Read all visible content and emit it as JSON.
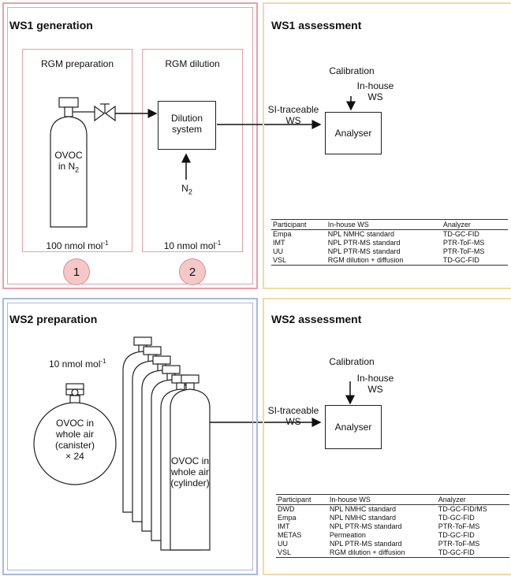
{
  "ws1_generation": {
    "title": "WS1 generation",
    "rgm_prep": {
      "title": "RGM preparation",
      "cylinder_label": "OVOC",
      "cylinder_label2": "in N",
      "cylinder_sub": "2",
      "conc": "100 nmol mol",
      "conc_sup": "-1",
      "step": "1"
    },
    "rgm_dil": {
      "title": "RGM dilution",
      "box_label1": "Dilution",
      "box_label2": "system",
      "input": "N",
      "input_sub": "2",
      "conc": "10 nmol mol",
      "conc_sup": "-1",
      "step": "2"
    }
  },
  "ws1_assessment": {
    "title": "WS1 assessment",
    "calibration": "Calibration",
    "inhouse1": "In-house",
    "inhouse2": "WS",
    "si1": "SI-traceable",
    "si2": "WS",
    "analyser": "Analyser",
    "table": {
      "headers": [
        "Participant",
        "In-house WS",
        "Analyzer"
      ],
      "rows": [
        [
          "Empa",
          "NPL NMHC standard",
          "TD-GC-FID"
        ],
        [
          "IMT",
          "NPL PTR-MS standard",
          "PTR-ToF-MS"
        ],
        [
          "UU",
          "NPL PTR-MS standard",
          "PTR-ToF-MS"
        ],
        [
          "VSL",
          "RGM dilution + diffusion",
          "TD-GC-FID"
        ]
      ]
    }
  },
  "ws2_preparation": {
    "title": "WS2 preparation",
    "conc": "10 nmol mol",
    "conc_sup": "-1",
    "canister": [
      "OVOC in",
      "whole air",
      "(canister)",
      "× 24"
    ],
    "cylinder": [
      "OVOC in",
      "whole air",
      "(cylinder)"
    ]
  },
  "ws2_assessment": {
    "title": "WS2 assessment",
    "calibration": "Calibration",
    "inhouse1": "In-house",
    "inhouse2": "WS",
    "si1": "SI-traceable",
    "si2": "WS",
    "analyser": "Analyser",
    "table": {
      "headers": [
        "Participant",
        "In-house WS",
        "Analyzer"
      ],
      "rows": [
        [
          "DWD",
          "NPL NMHC standard",
          "TD-GC-FID/MS"
        ],
        [
          "Empa",
          "NPL NMHC standard",
          "TD-GC-FID"
        ],
        [
          "IMT",
          "NPL PTR-MS standard",
          "PTR-ToF-MS"
        ],
        [
          "METAS",
          "Permeation",
          "TD-GC-FID"
        ],
        [
          "UU",
          "NPL PTR-MS standard",
          "PTR-ToF-MS"
        ],
        [
          "VSL",
          "RGM dilution + diffusion",
          "TD-GC-FID"
        ]
      ]
    }
  }
}
